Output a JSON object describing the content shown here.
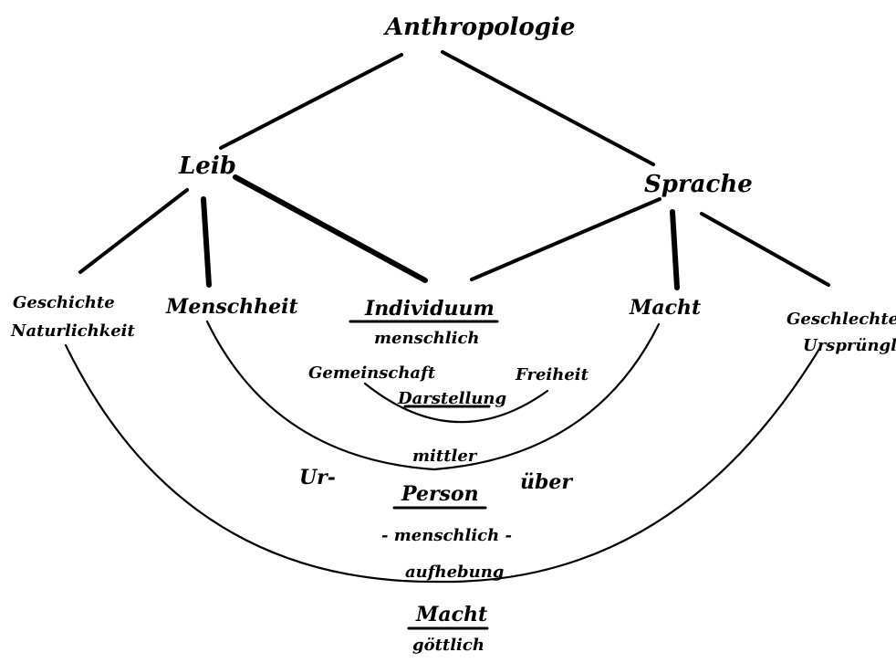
{
  "diagram": {
    "root": "Anthropologie",
    "level1": {
      "left": "Leib",
      "right": "Sprache"
    },
    "level2": {
      "far_left": [
        "Geschichte",
        "Naturlichkeit"
      ],
      "left": "Menschheit",
      "center": "Individuum",
      "center_sub": "menschlich",
      "right": "Macht",
      "far_right": [
        "Geschlechter",
        "Ursprünglich"
      ]
    },
    "inner_arc": {
      "left": "Gemeinschaft",
      "center": "Darstellung",
      "right": "Freiheit"
    },
    "middle_arc": {
      "top": "mittler",
      "left": "Ur-",
      "center": "Person",
      "right": "über",
      "below": "- menschlich -"
    },
    "outer_arc": {
      "top": "aufhebung",
      "center": "Macht",
      "below": "göttlich"
    },
    "colors": {
      "ink": "#000000",
      "background": "#ffffff"
    }
  }
}
